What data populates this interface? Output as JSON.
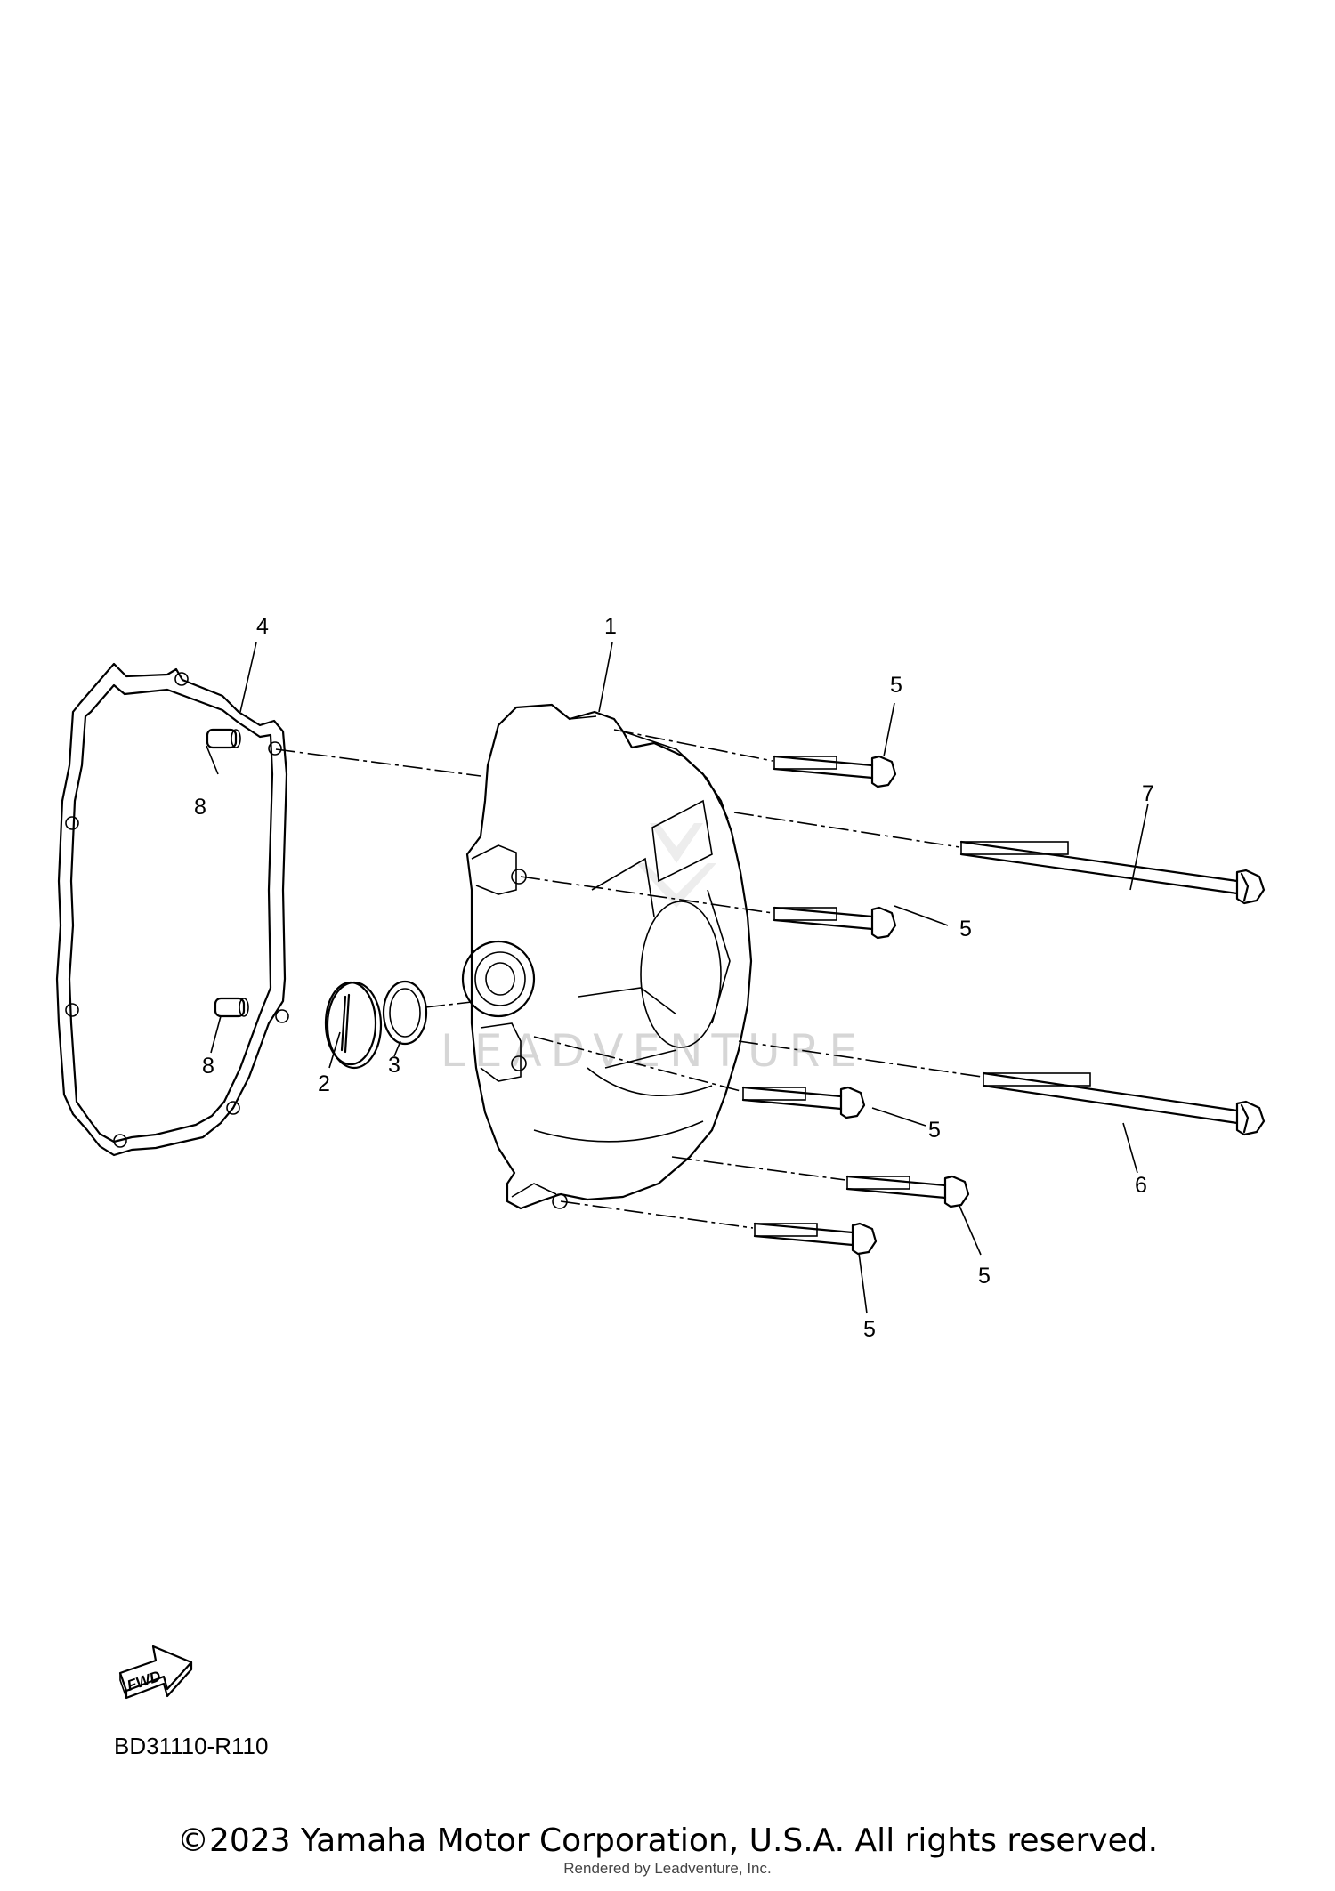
{
  "diagram": {
    "code": "BD31110-R110",
    "fwd_label": "FWD",
    "watermark": "LEADVENTURE",
    "callouts": [
      {
        "id": "c1",
        "label": "1"
      },
      {
        "id": "c2",
        "label": "2"
      },
      {
        "id": "c3",
        "label": "3"
      },
      {
        "id": "c4",
        "label": "4"
      },
      {
        "id": "c5a",
        "label": "5"
      },
      {
        "id": "c5b",
        "label": "5"
      },
      {
        "id": "c5c",
        "label": "5"
      },
      {
        "id": "c5d",
        "label": "5"
      },
      {
        "id": "c5e",
        "label": "5"
      },
      {
        "id": "c6",
        "label": "6"
      },
      {
        "id": "c7",
        "label": "7"
      },
      {
        "id": "c8a",
        "label": "8"
      },
      {
        "id": "c8b",
        "label": "8"
      }
    ]
  },
  "footer": {
    "copyright": "©2023 Yamaha Motor Corporation, U.S.A. All rights reserved.",
    "rendered_by": "Rendered by Leadventure, Inc."
  }
}
